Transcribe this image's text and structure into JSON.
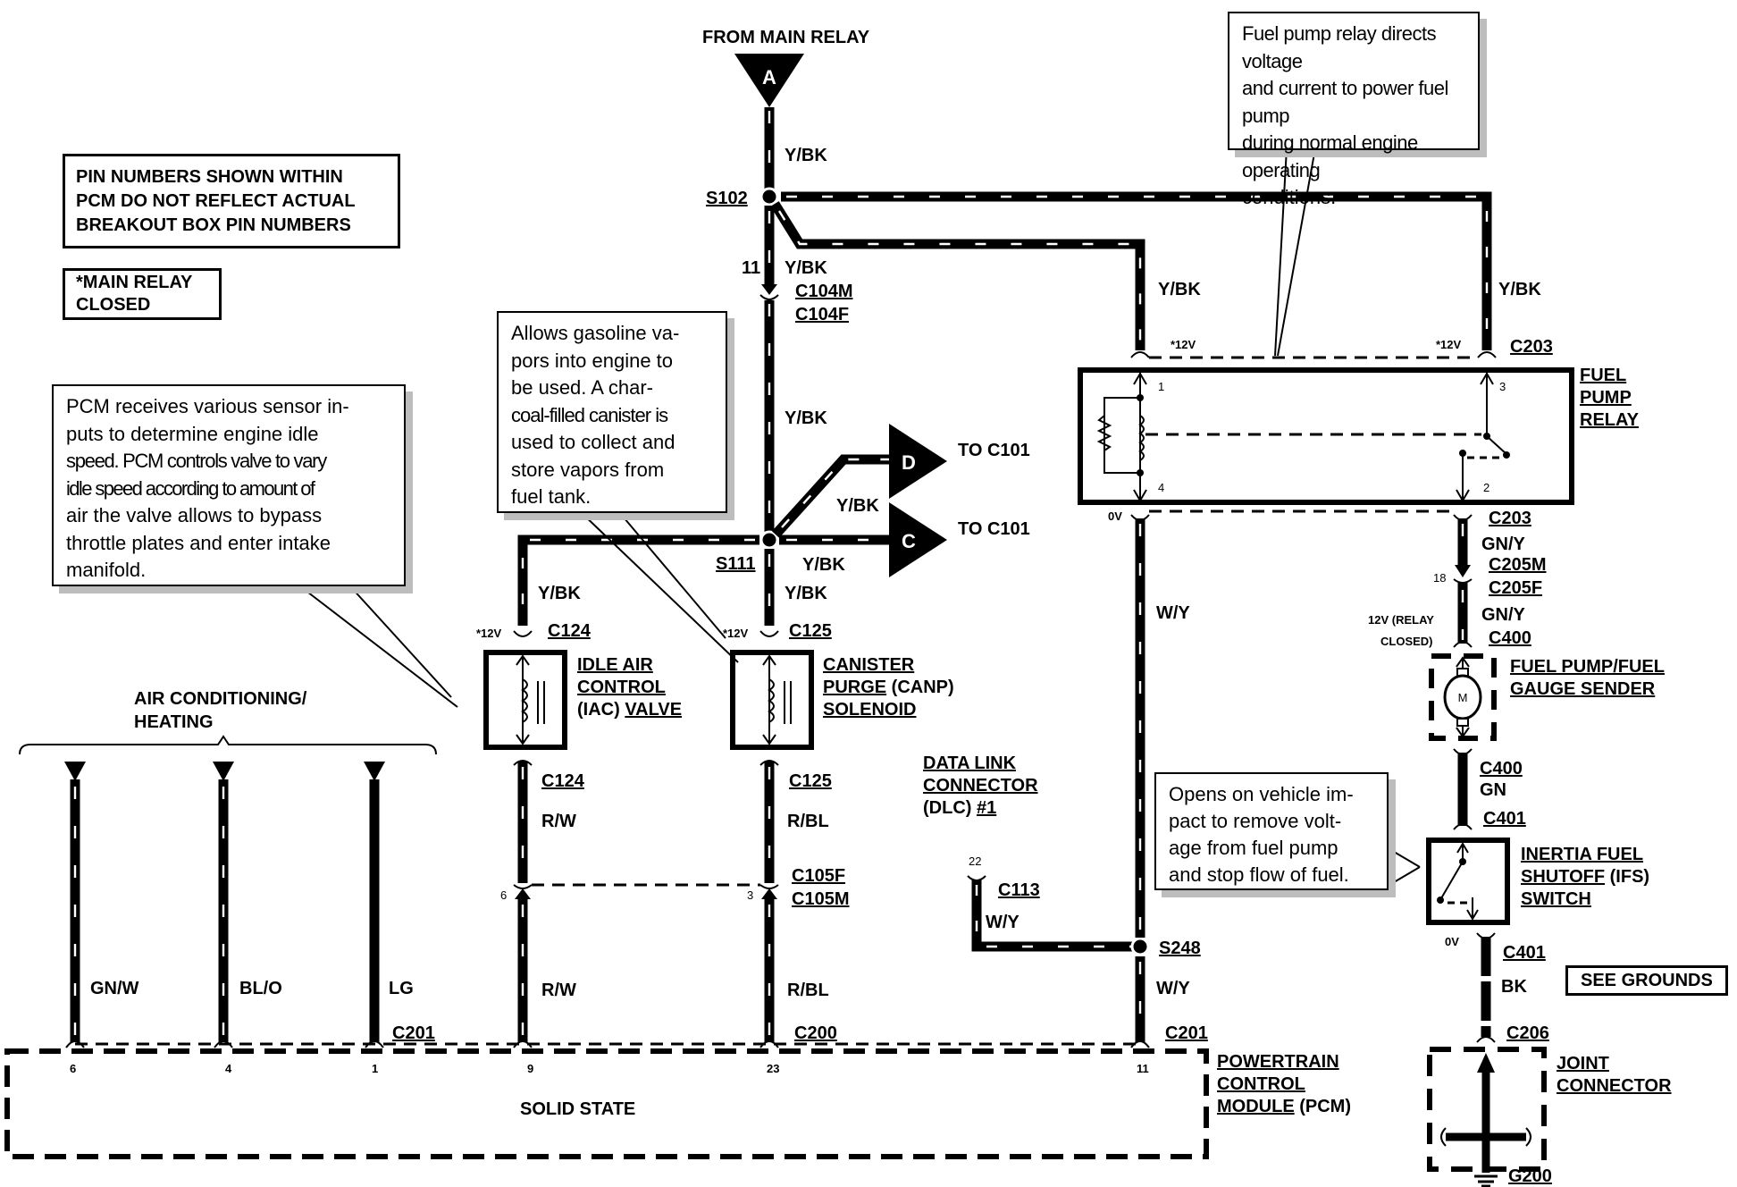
{
  "notes": {
    "pin_numbers": "PIN NUMBERS SHOWN WITHIN PCM DO NOT REFLECT ACTUAL BREAKOUT BOX PIN NUMBERS",
    "pin_numbers_lines": [
      "PIN NUMBERS SHOWN WITHIN",
      "PCM DO NOT REFLECT ACTUAL",
      "BREAKOUT BOX PIN NUMBERS"
    ],
    "main_relay_lines": [
      "*MAIN RELAY",
      "CLOSED"
    ],
    "see_grounds": "SEE GROUNDS"
  },
  "callouts": {
    "pcm_idle": [
      "PCM receives various sensor in-",
      "puts to determine engine idle",
      "speed. PCM controls valve to vary",
      "idle speed according to amount of",
      "air the valve allows to bypass",
      "throttle plates and enter intake",
      "manifold."
    ],
    "canister": [
      "Allows gasoline va-",
      "pors into engine to",
      "be used. A char-",
      "coal-filled canister is",
      "used to collect and",
      "store vapors from",
      "fuel tank."
    ],
    "fuel_pump_relay": [
      "Fuel pump relay directs voltage",
      "and current to power fuel pump",
      "during normal engine operating",
      "conditions."
    ],
    "inertia": [
      "Opens on vehicle im-",
      "pact to remove volt-",
      "age from fuel pump",
      "and stop flow of fuel."
    ]
  },
  "sources": {
    "from_main_relay": "FROM MAIN RELAY",
    "connector_a": "A",
    "connector_d": "D",
    "connector_c": "C",
    "to_c101_d": "TO C101",
    "to_c101_c": "TO C101"
  },
  "splices": {
    "s102": "S102",
    "s111": "S111",
    "s248": "S248"
  },
  "wire_colors": {
    "ybk": "Y/BK",
    "rw": "R/W",
    "rbl": "R/BL",
    "wy": "W/Y",
    "gny": "GN/Y",
    "gn": "GN",
    "bk": "BK",
    "gnw": "GN/W",
    "blo": "BL/O",
    "lg": "LG"
  },
  "connectors": {
    "c104m": "C104M",
    "c104f": "C104F",
    "c124": "C124",
    "c125": "C125",
    "c105f": "C105F",
    "c105m": "C105M",
    "c113": "C113",
    "c200": "C200",
    "c201": "C201",
    "c203": "C203",
    "c205m": "C205M",
    "c205f": "C205F",
    "c400": "C400",
    "c401": "C401",
    "c206": "C206",
    "g200": "G200"
  },
  "pins": {
    "c104_pin": "11",
    "c105_iac": "6",
    "c105_canp": "3",
    "c113_pin": "22",
    "c205_pin": "18",
    "relay_1": "1",
    "relay_2": "2",
    "relay_3": "3",
    "relay_4": "4",
    "pcm": [
      "6",
      "4",
      "1",
      "9",
      "23",
      "11"
    ]
  },
  "voltages": {
    "star12v": "*12V",
    "zero_v": "0V",
    "relay_closed_1": "12V (RELAY",
    "relay_closed_2": "CLOSED)"
  },
  "components": {
    "iac": {
      "line1": "IDLE AIR",
      "line2": "CONTROL",
      "line3a": "(IAC) ",
      "line3b": "VALVE"
    },
    "canp": {
      "line1": "CANISTER",
      "line2a": "PURGE",
      "line2b": " (CANP)",
      "line3": "SOLENOID"
    },
    "dlc": {
      "line1": "DATA LINK",
      "line2": "CONNECTOR",
      "line3a": "(DLC) ",
      "line3b": "#1"
    },
    "fuel_pump_relay": [
      "FUEL",
      "PUMP",
      "RELAY"
    ],
    "fuel_pump_sender": [
      "FUEL PUMP/FUEL",
      "GAUGE SENDER"
    ],
    "fuel_pump_motor": "M",
    "ifs": {
      "line1": "INERTIA FUEL",
      "line2a": "SHUTOFF",
      "line2b": " (IFS)",
      "line3": "SWITCH"
    },
    "pcm": {
      "line1": "POWERTRAIN",
      "line2": "CONTROL",
      "line3a": "MODULE",
      "line3b": " (PCM)",
      "internal": "SOLID STATE"
    },
    "joint_connector": [
      "JOINT",
      "CONNECTOR"
    ],
    "ac_heating": [
      "AIR CONDITIONING/",
      "HEATING"
    ]
  }
}
